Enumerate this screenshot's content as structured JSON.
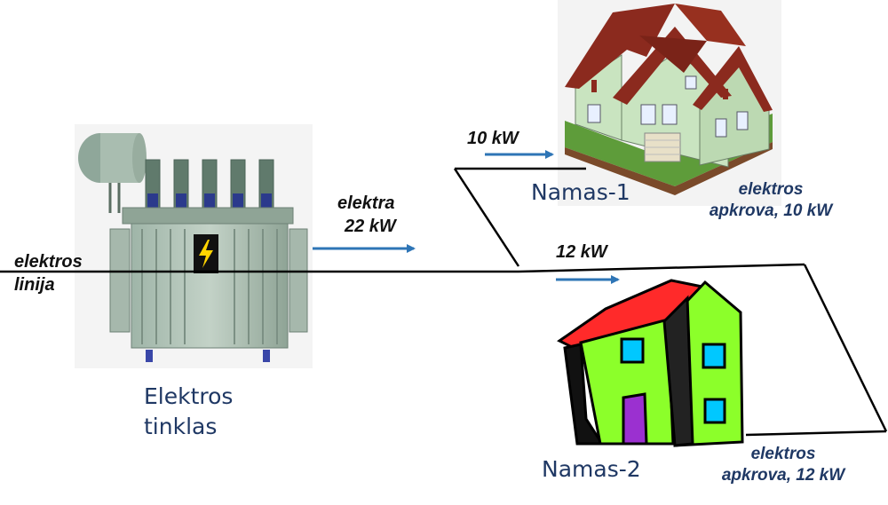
{
  "transformer": {
    "line_label_1": "elektros",
    "line_label_2": "linija",
    "title_1": "Elektros",
    "title_2": "tinklas"
  },
  "supply": {
    "label_1": "elektra",
    "label_2": "22 kW"
  },
  "house1": {
    "name": "Namas-1",
    "flow": "10 kW",
    "load_1": "elektros",
    "load_2": "apkrova, 10 kW"
  },
  "house2": {
    "name": "Namas-2",
    "flow": "12 kW",
    "load_1": "elektros",
    "load_2": "apkrova, 12 kW"
  },
  "colors": {
    "arrow": "#2e75b6",
    "label_blue": "#1f3864",
    "wire": "#000000",
    "roof1": "#8b2a1e",
    "walls1": "#c9e4c0",
    "roof2": "#ff2a2a",
    "walls2": "#8cff2a"
  }
}
